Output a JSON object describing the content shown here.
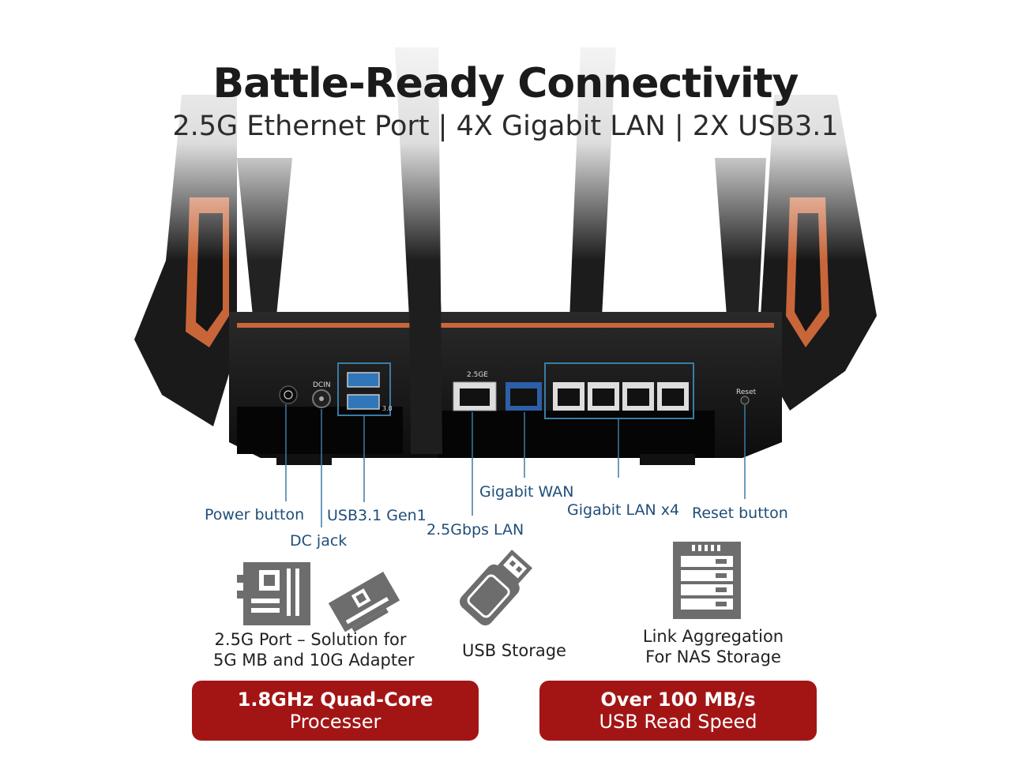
{
  "header": {
    "title": "Battle-Ready Connectivity",
    "subtitle": "2.5G Ethernet Port | 4X Gigabit LAN | 2X USB3.1"
  },
  "router_print": {
    "port_25ge": "2.5GE",
    "dcin": "DCIN",
    "reset": "Reset",
    "usb_mark": "3.0"
  },
  "callouts": {
    "power_button": "Power button",
    "dc_jack": "DC jack",
    "usb": "USB3.1 Gen1",
    "lan_25": "2.5Gbps LAN",
    "wan": "Gigabit WAN",
    "lan_x4": "Gigabit LAN x4",
    "reset_button": "Reset button"
  },
  "features": [
    {
      "line1": "2.5G Port – Solution for",
      "line2": "5G MB and 10G Adapter"
    },
    {
      "line1": "USB Storage",
      "line2": ""
    },
    {
      "line1": "Link Aggregation",
      "line2": "For NAS Storage"
    }
  ],
  "badges": [
    {
      "line1": "1.8GHz Quad-Core",
      "line2": "Processer"
    },
    {
      "line1": "Over 100 MB/s",
      "line2": "USB Read Speed"
    }
  ],
  "colors": {
    "accent_red": "#a31515",
    "callout_blue": "#1f4e79",
    "router_copper": "#c8663a",
    "icon_gray": "#6d6d6d"
  }
}
